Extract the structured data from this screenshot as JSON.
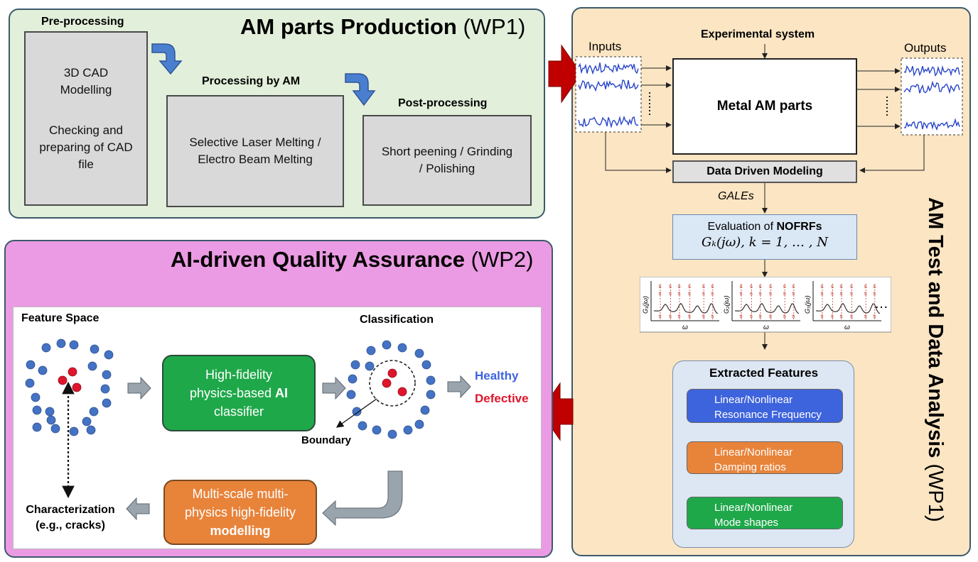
{
  "wp1_production": {
    "title": "AM parts Production",
    "title_suffix": "(WP1)",
    "pre_label": "Pre-processing",
    "pre_box_top": "3D CAD Modelling",
    "pre_box_bottom": "Checking and preparing of CAD file",
    "proc_label": "Processing by AM",
    "proc_box": "Selective Laser Melting / Electro Beam Melting",
    "post_label": "Post-processing",
    "post_box": "Short peening / Grinding / Polishing"
  },
  "wp1_analysis": {
    "title": "AM Test and Data Analysis",
    "title_suffix": "(WP1)",
    "experimental_system": "Experimental system",
    "inputs": "Inputs",
    "outputs": "Outputs",
    "metal_parts": "Metal AM parts",
    "data_driven": "Data Driven Modeling",
    "gales": "GALEs",
    "eval_prefix": "Evaluation of",
    "eval_bold": "NOFRFs",
    "eval_formula": "Gₖ(jω), k = 1, … , N",
    "plot_ylabels": [
      "G₁(jω)",
      "G₂(jω)",
      "G₃(jω)"
    ],
    "plot_xlabel": "ω",
    "plot_marker": "s",
    "ellipsis": "…",
    "extracted_title": "Extracted Features",
    "features": [
      {
        "line1": "Linear/Nonlinear",
        "line2": "Resonance Frequency",
        "color": "#3d63dd"
      },
      {
        "line1": "Linear/Nonlinear",
        "line2": "Damping ratios",
        "color": "#e8833a"
      },
      {
        "line1": "Linear/Nonlinear",
        "line2": "Mode shapes",
        "color": "#1fa84a"
      }
    ]
  },
  "wp2": {
    "title": "AI-driven Quality Assurance",
    "title_suffix": "(WP2)",
    "feature_space": "Feature Space",
    "classification": "Classification",
    "classifier_line1": "High-fidelity",
    "classifier_line2": "physics-based",
    "classifier_bold": "AI",
    "classifier_line3": "classifier",
    "healthy": "Healthy",
    "defective": "Defective",
    "boundary": "Boundary",
    "modelling_line1": "Multi-scale multi-",
    "modelling_line2": "physics high-fidelity",
    "modelling_bold": "modelling",
    "characterization_line1": "Characterization",
    "characterization_line2": "(e.g., cracks)"
  },
  "colors": {
    "green_panel": "#e2efda",
    "beige_panel": "#fbe5c3",
    "pink_panel": "#eb9be3",
    "blue_dot": "#4472c4",
    "red_dot": "#e0152b",
    "healthy": "#3d63dd",
    "defective": "#e0152b",
    "classifier_green": "#1fa84a",
    "modelling_orange": "#e8833a",
    "nofrf_box": "#dae7f5",
    "extracted_box": "#dde7f3"
  }
}
